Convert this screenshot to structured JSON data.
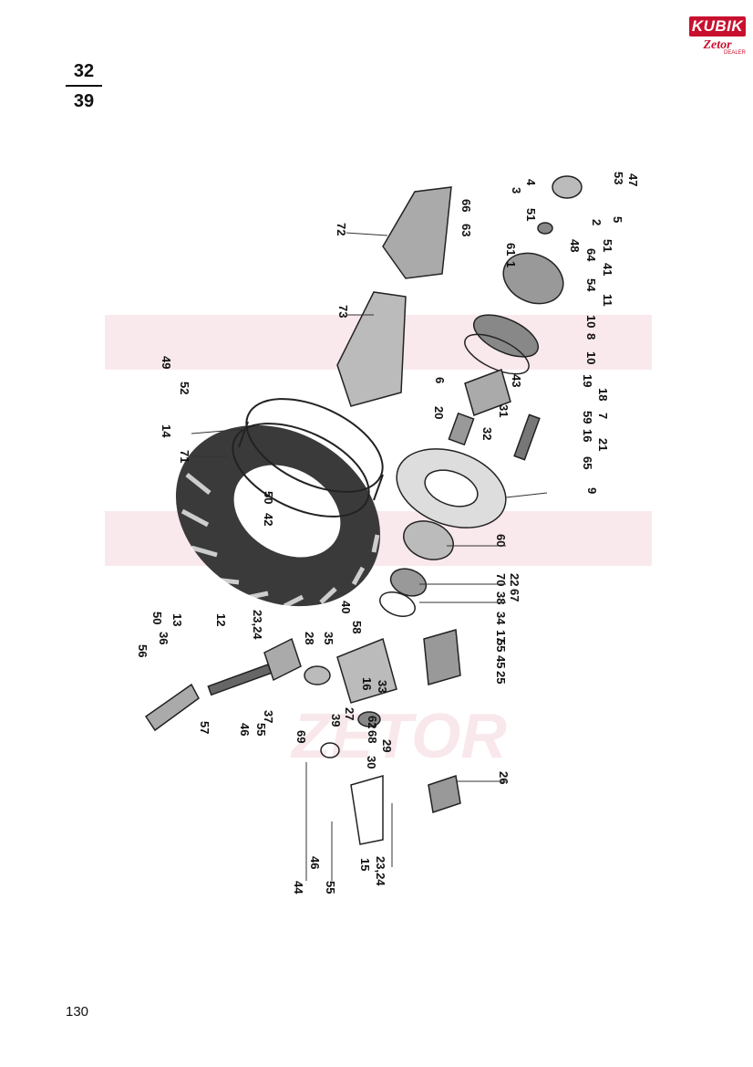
{
  "header": {
    "fraction_top": "32",
    "fraction_bottom": "39",
    "logo_top": "KUBIK",
    "logo_bottom": "Zetor",
    "logo_sub": "DEALER"
  },
  "footer": {
    "page_number": "130"
  },
  "watermark_text": "ZETOR",
  "part_callouts": [
    "47",
    "53",
    "4",
    "3",
    "5",
    "51",
    "2",
    "66",
    "72",
    "63",
    "61",
    "1",
    "48",
    "64",
    "51",
    "41",
    "54",
    "11",
    "10",
    "8",
    "10",
    "73",
    "49",
    "52",
    "6",
    "43",
    "31",
    "18",
    "19",
    "59",
    "7",
    "16",
    "21",
    "65",
    "20",
    "32",
    "14",
    "71",
    "9",
    "50",
    "42",
    "60",
    "70",
    "22",
    "67",
    "38",
    "34",
    "17",
    "40",
    "58",
    "35",
    "55",
    "45",
    "25",
    "56",
    "50",
    "13",
    "36",
    "12",
    "23,24",
    "28",
    "57",
    "46",
    "55",
    "37",
    "39",
    "27",
    "69",
    "16",
    "33",
    "68",
    "62",
    "29",
    "30",
    "26",
    "44",
    "46",
    "55",
    "15",
    "23,24"
  ]
}
